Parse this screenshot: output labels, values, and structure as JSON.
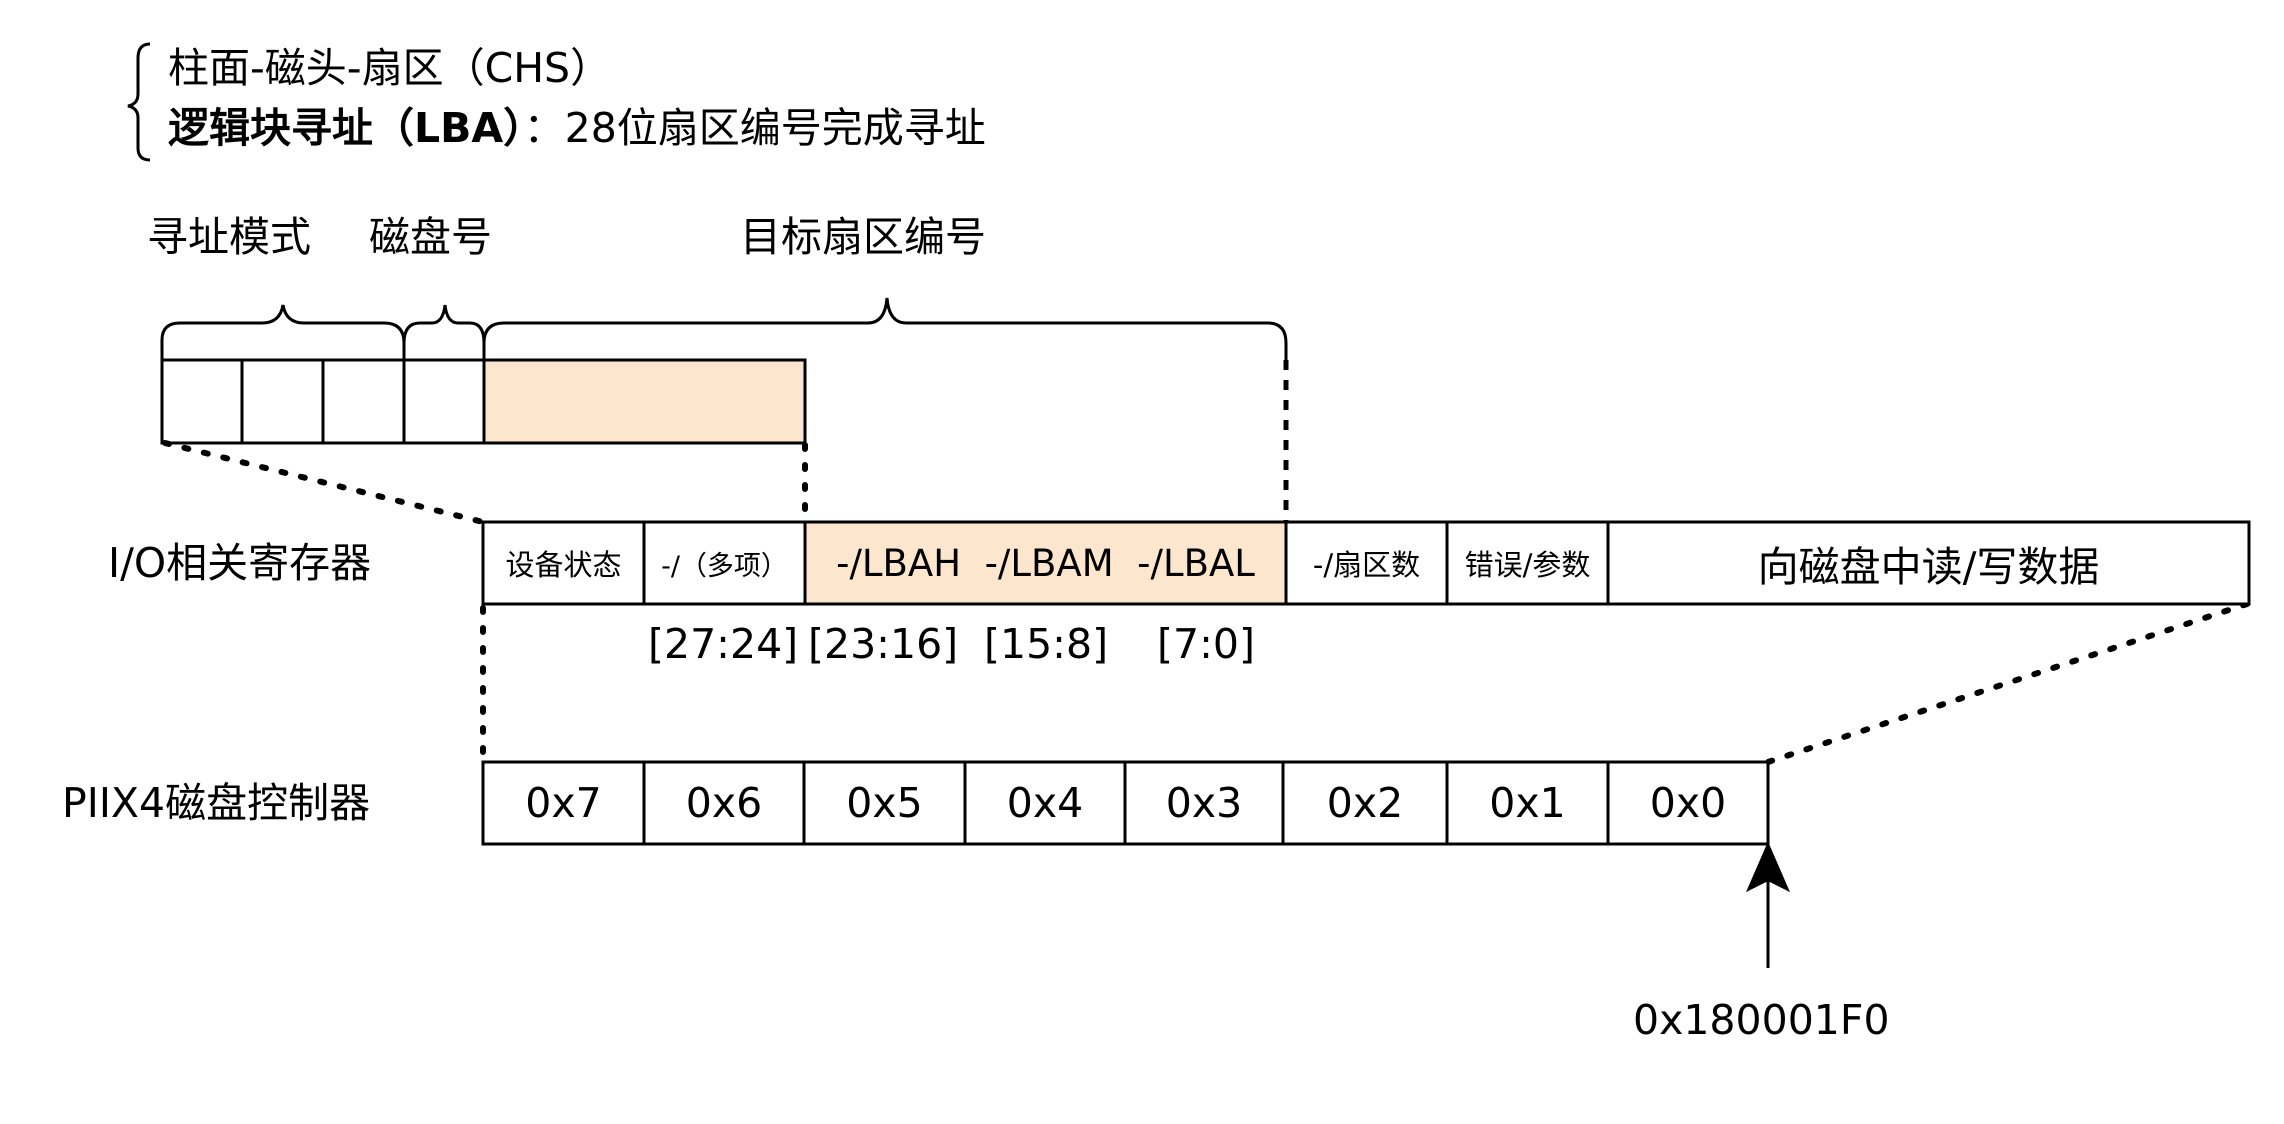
{
  "header": {
    "line1": "柱面-磁头-扇区（CHS）",
    "line2_bold": "逻辑块寻址（LBA）",
    "line2_rest": "：28位扇区编号完成寻址"
  },
  "top_labels": {
    "addr_mode": "寻址模式",
    "disk_no": "磁盘号",
    "target_sector": "目标扇区编号"
  },
  "io_row": {
    "label": "I/O相关寄存器",
    "cells": [
      "设备状态",
      "-/（多项）",
      "-/LBAH  -/LBAM  -/LBAL",
      "-/扇区数",
      "错误/参数",
      "向磁盘中读/写数据"
    ]
  },
  "bit_ranges": [
    "[27:24]",
    "[23:16]",
    "[15:8]",
    "[7:0]"
  ],
  "controller_row": {
    "label": "PIIX4磁盘控制器",
    "cells": [
      "0x7",
      "0x6",
      "0x5",
      "0x4",
      "0x3",
      "0x2",
      "0x1",
      "0x0"
    ]
  },
  "base_address": "0x180001F0",
  "colors": {
    "highlight": "#FDE6CE",
    "line": "#000000"
  }
}
